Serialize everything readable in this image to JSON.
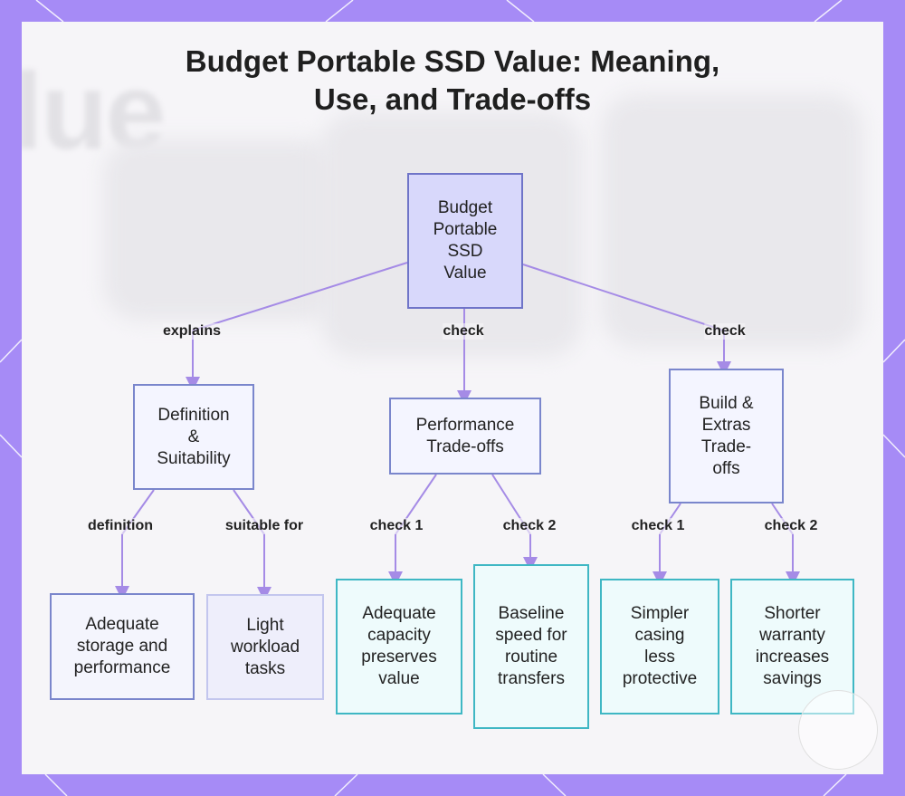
{
  "title": {
    "line1": "Budget Portable SSD Value: Meaning,",
    "line2": "Use, and Trade-offs"
  },
  "nodes": {
    "root": [
      "Budget",
      "Portable",
      "SSD",
      "Value"
    ],
    "definition": [
      "Definition",
      "&",
      "Suitability"
    ],
    "performance": [
      "Performance",
      "Trade-offs"
    ],
    "build": [
      "Build &",
      "Extras",
      "Trade-",
      "offs"
    ],
    "adequate_storage": [
      "Adequate",
      "storage and",
      "performance"
    ],
    "light_workload": [
      "Light",
      "workload",
      "tasks"
    ],
    "adequate_capacity": [
      "Adequate",
      "capacity",
      "preserves",
      "value"
    ],
    "baseline_speed": [
      "Baseline",
      "speed for",
      "routine",
      "transfers"
    ],
    "simpler_casing": [
      "Simpler",
      "casing",
      "less",
      "protective"
    ],
    "shorter_warranty": [
      "Shorter",
      "warranty",
      "increases",
      "savings"
    ]
  },
  "edges": {
    "explains": "explains",
    "check_performance": "check",
    "check_build": "check",
    "definition": "definition",
    "suitable_for": "suitable for",
    "perf_check1": "check 1",
    "perf_check2": "check 2",
    "build_check1": "check 1",
    "build_check2": "check 2"
  },
  "colors": {
    "frame": "#a68bf6",
    "edge": "#a58be6",
    "root_fill": "#d8d8fb",
    "cyan_border": "#3fb7c4"
  }
}
